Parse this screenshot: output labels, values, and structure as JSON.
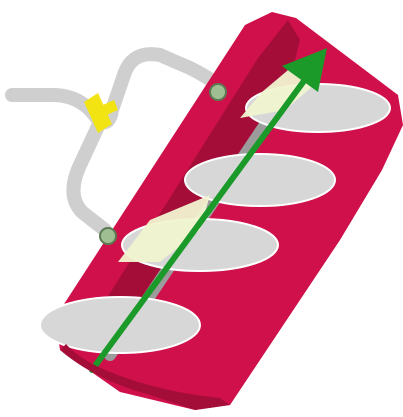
{
  "colors": {
    "background": "#ffffff",
    "trough_red": "#d0104a",
    "trough_dark": "#a50d39",
    "trough_light": "#e8336a",
    "pipe_gray": "#cfcfcf",
    "pipe_shadow": "#b8b8b8",
    "coupling_yellow": "#f2e313",
    "disc_gray": "#d7d7d7",
    "shaft_gray": "#9c9c9c",
    "nozzle_green": "#9fbf92",
    "spray_cream": "#f1f4d0",
    "arrow_green": "#1b9a2a"
  },
  "icons": {
    "flow_arrow": "arrow-up-right",
    "nozzle": "spray-nozzle",
    "coupling": "pipe-coupling"
  },
  "counts": {
    "discs": 4,
    "nozzles": 2
  }
}
